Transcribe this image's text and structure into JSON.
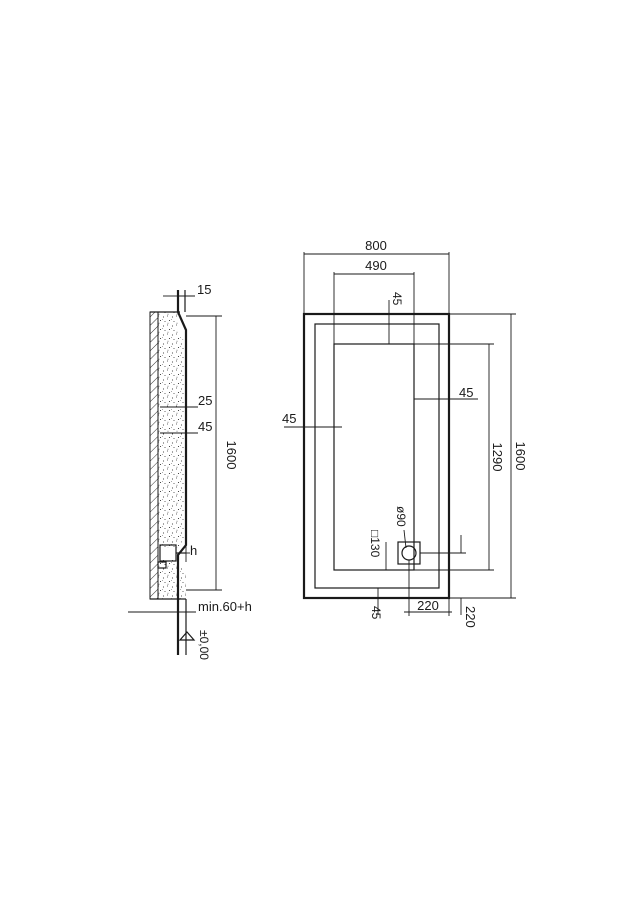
{
  "side_view": {
    "dim_top": "15",
    "dim_height": "1600",
    "dim_25": "25",
    "dim_45": "45",
    "dim_h": "h",
    "dim_min": "min.60+h",
    "level": "±0,00"
  },
  "plan_view": {
    "dim_width": "800",
    "dim_inner_width": "490",
    "dim_top_rim": "45",
    "dim_left_rim": "45",
    "dim_right_rim": "45",
    "dim_height": "1600",
    "dim_inner_height": "1290",
    "dim_drain_dia": "ø90",
    "dim_drain_square": "□130",
    "dim_bottom_rim": "45",
    "dim_drain_x": "220",
    "dim_drain_y": "220"
  }
}
